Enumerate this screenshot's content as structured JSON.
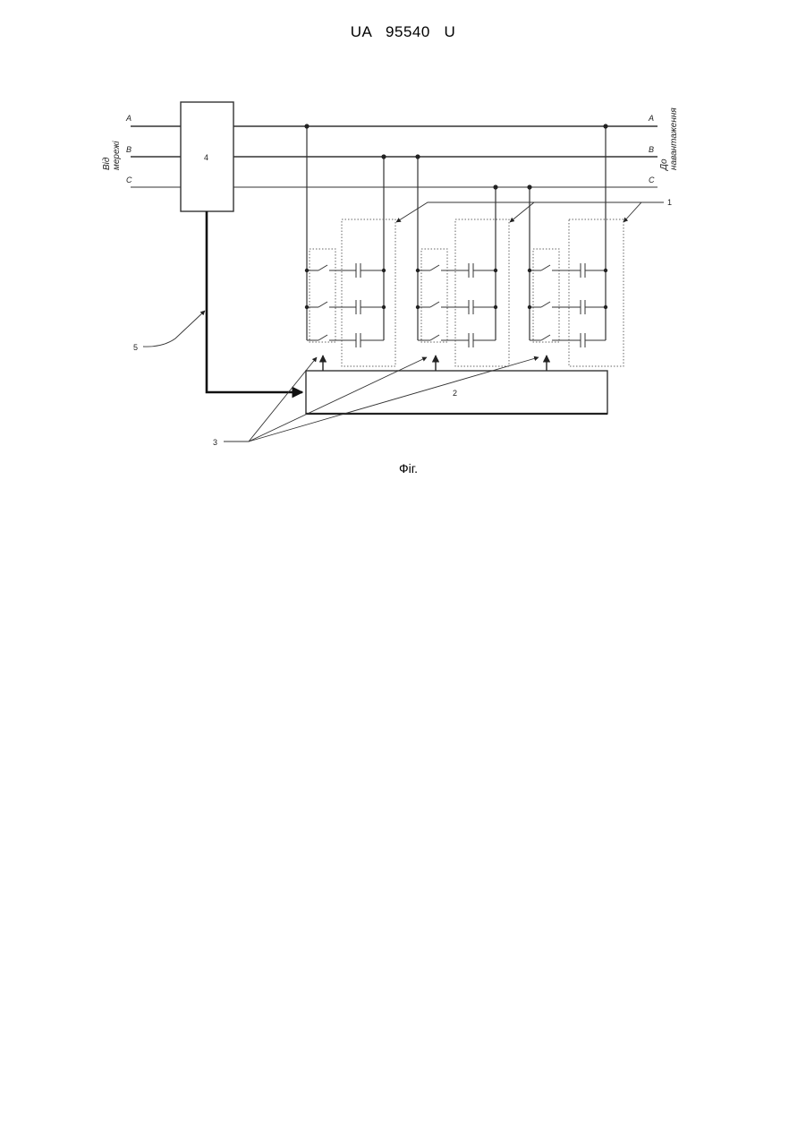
{
  "header": {
    "doc_id": "UA   95540   U"
  },
  "diagram": {
    "phase_labels_left": [
      "A",
      "B",
      "C"
    ],
    "phase_labels_right": [
      "A",
      "B",
      "C"
    ],
    "source_label": [
      "Від",
      "мережі"
    ],
    "load_label": [
      "До",
      "навантаження"
    ],
    "block_labels": {
      "meter": "4",
      "controller": "2"
    },
    "callouts": {
      "capacitor_banks": "1",
      "switch_units": "3",
      "signal_line": "5"
    },
    "caption": "Фіг."
  }
}
